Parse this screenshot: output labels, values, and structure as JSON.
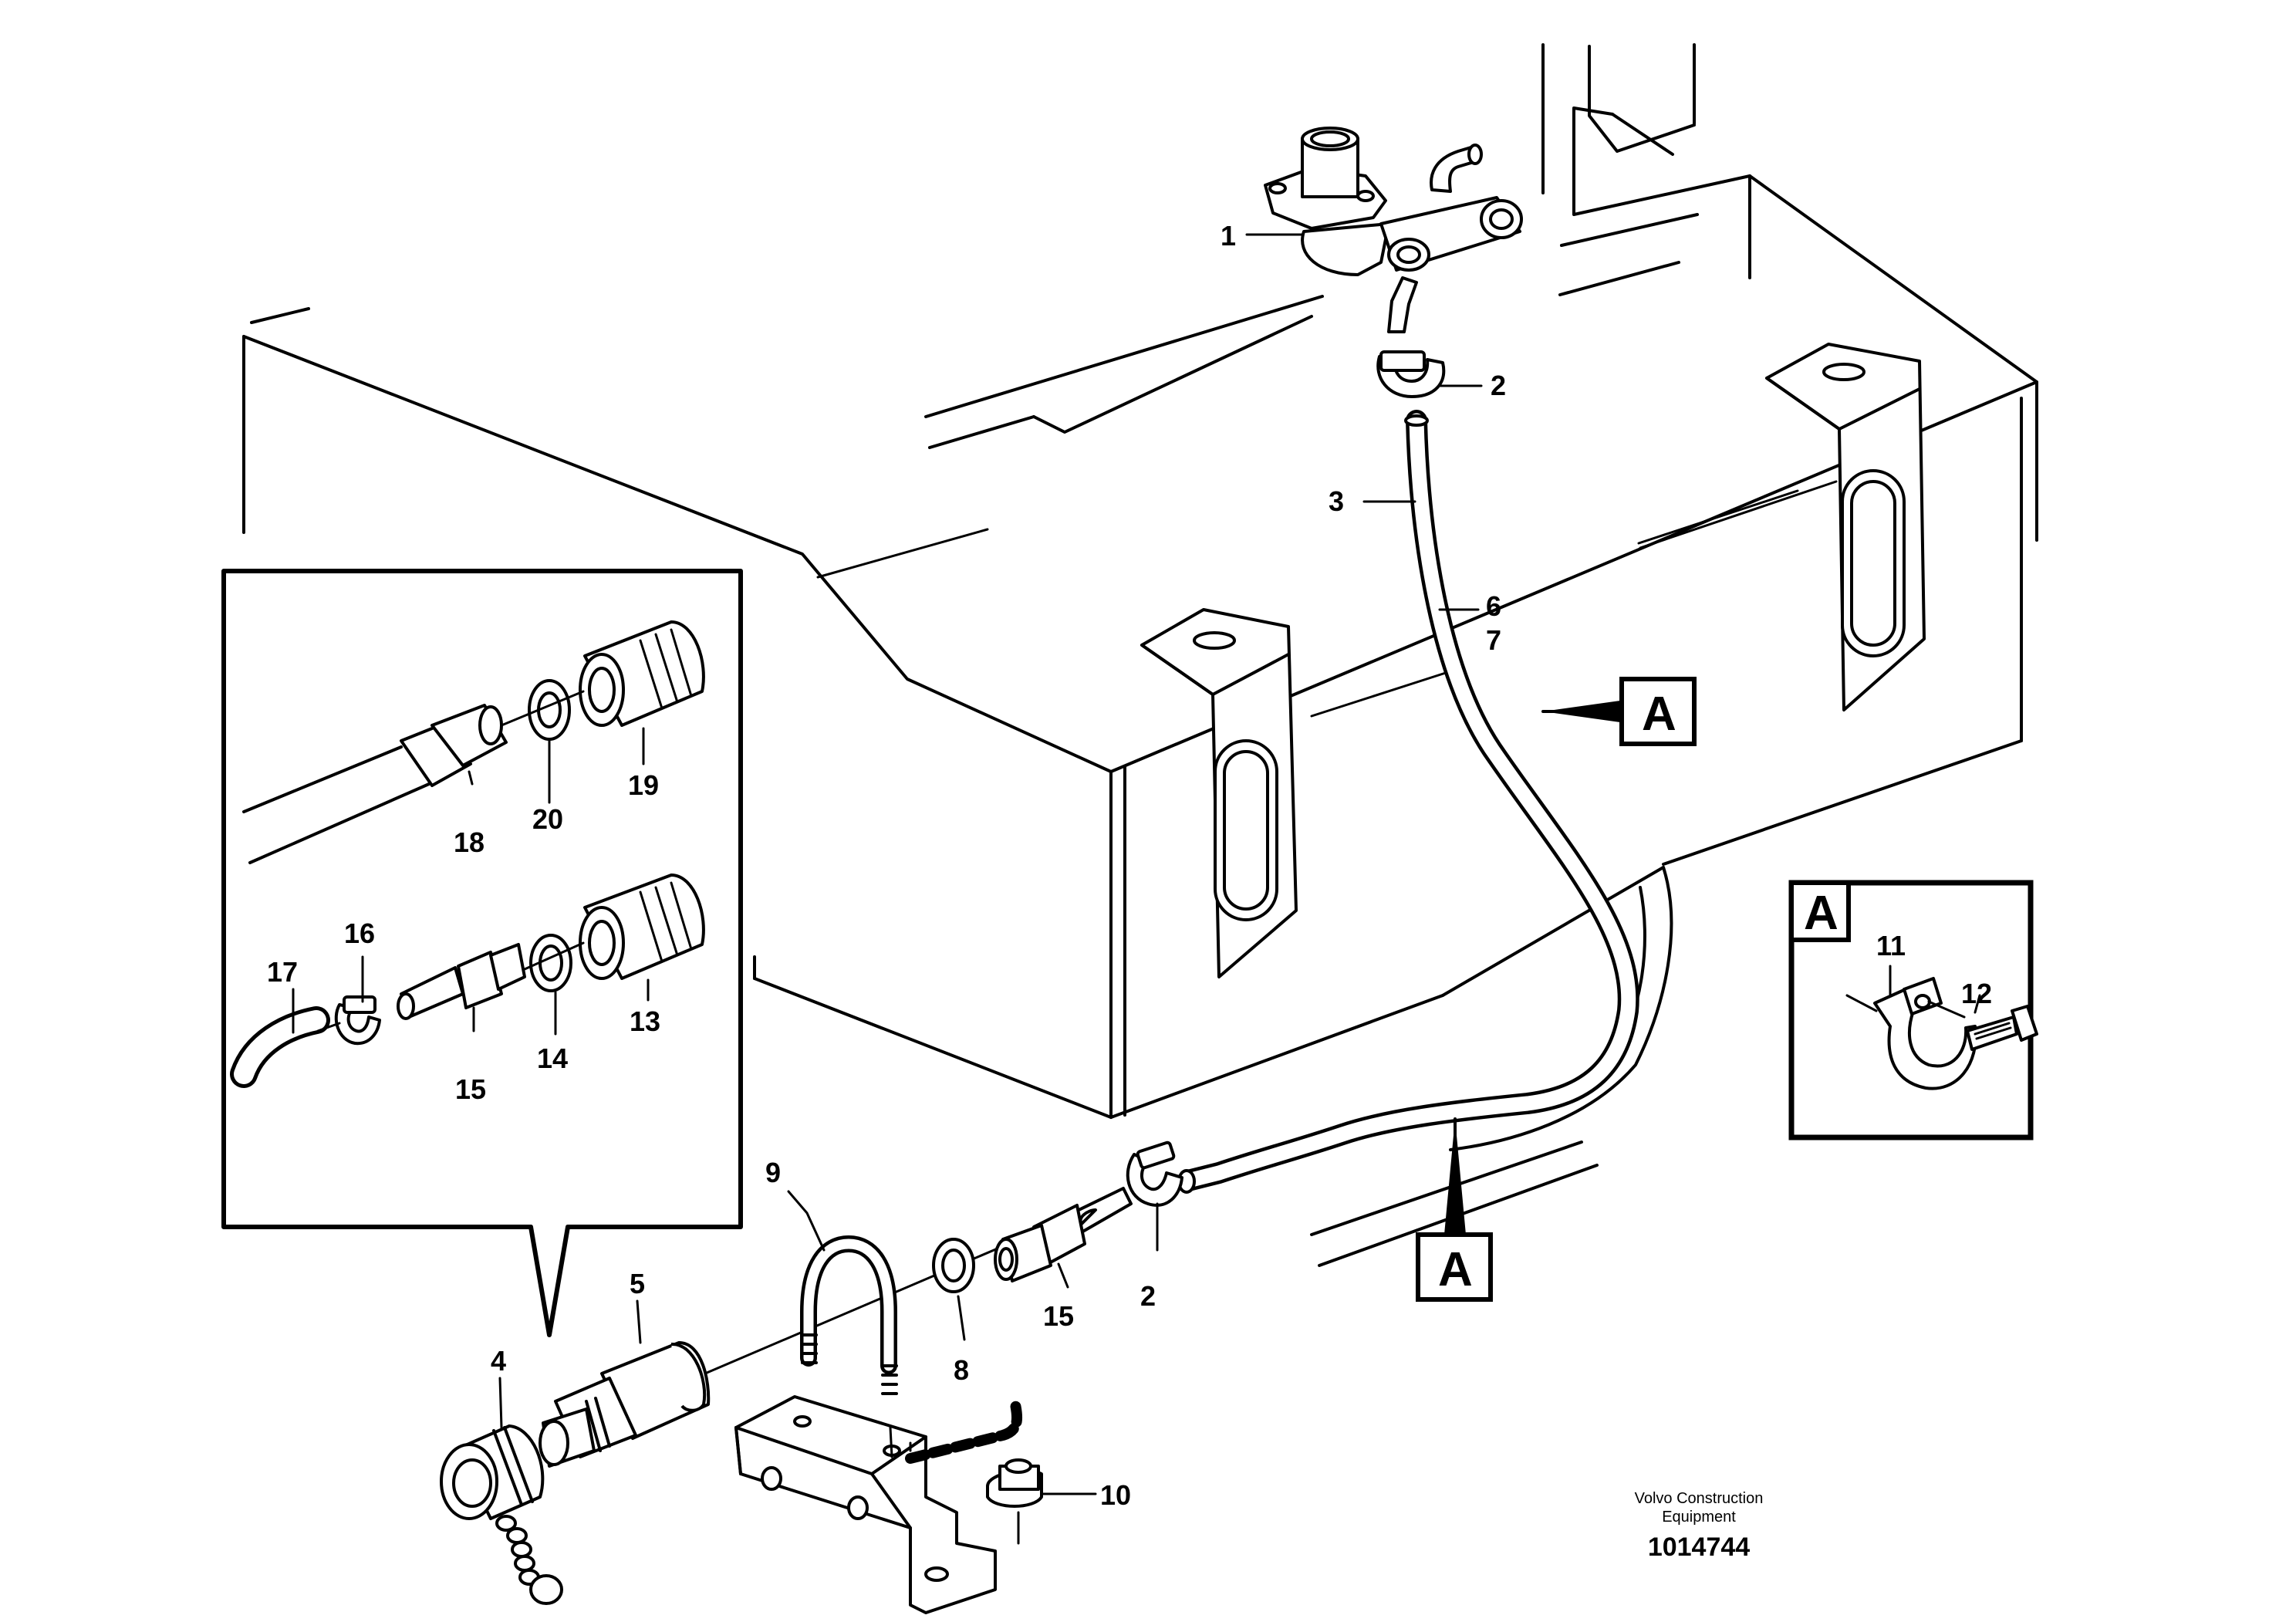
{
  "labels": {
    "p1": "1",
    "p2a": "2",
    "p2b": "2",
    "p3": "3",
    "p4": "4",
    "p5": "5",
    "p6": "6",
    "p7": "7",
    "p8": "8",
    "p9": "9",
    "p10": "10",
    "p11": "11",
    "p12": "12",
    "p13": "13",
    "p14": "14",
    "p15a": "15",
    "p15b": "15",
    "p16": "16",
    "p17": "17",
    "p18": "18",
    "p19": "19",
    "p20": "20"
  },
  "refs": {
    "a1": "A",
    "a2": "A",
    "a3": "A"
  },
  "footer": {
    "brand_line1": "Volvo Construction",
    "brand_line2": "Equipment",
    "code": "1014744"
  }
}
